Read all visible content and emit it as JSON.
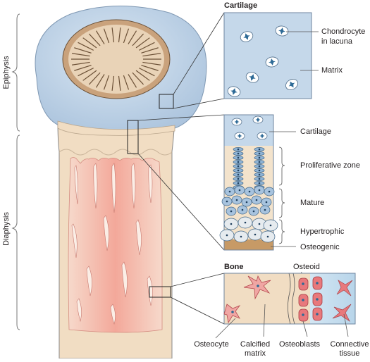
{
  "regions": {
    "epiphysis": "Epiphysis",
    "diaphysis": "Diaphysis"
  },
  "cartilage_panel": {
    "title": "Cartilage",
    "chondrocyte": [
      "Chondrocyte",
      "in lacuna"
    ],
    "matrix": "Matrix"
  },
  "growth_plate_panel": {
    "cartilage": "Cartilage",
    "proliferative": "Proliferative zone",
    "mature": "Mature",
    "hypertrophic": "Hypertrophic",
    "osteogenic": "Osteogenic"
  },
  "bone_panel": {
    "title": "Bone",
    "osteoid": "Osteoid",
    "osteocyte": "Osteocyte",
    "calcified_matrix": [
      "Calcified",
      "matrix"
    ],
    "osteoblasts": "Osteoblasts",
    "connective_tissue": [
      "Connective",
      "tissue"
    ]
  },
  "colors": {
    "cartilage_blue": "#c5d8ea",
    "bone_tan": "#f1ddc3",
    "marrow_pink": "#f6c3b4",
    "cell_red": "#e8797c",
    "nucleus_blue": "#2e6a96",
    "outline": "#555555"
  }
}
